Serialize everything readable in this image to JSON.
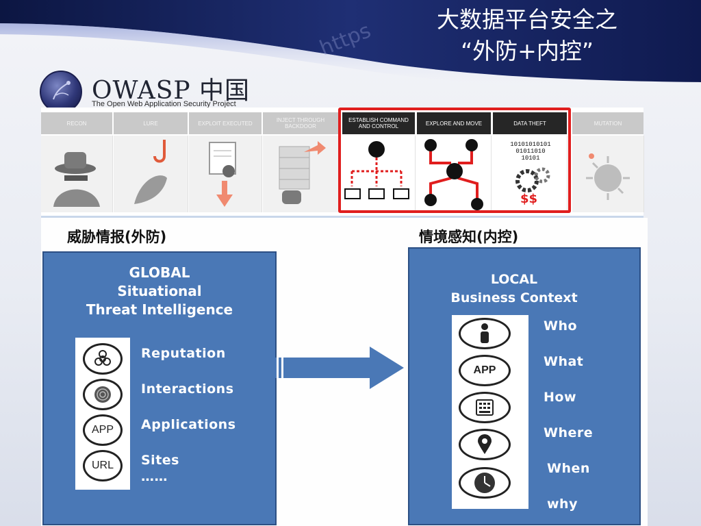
{
  "slide": {
    "title_line1": "大数据平台安全之",
    "title_line2": "“外防+内控”"
  },
  "header": {
    "org_name": "OWASP 中国",
    "org_subtitle": "The Open Web Application Security Project"
  },
  "kill_chain": {
    "stages": [
      {
        "label": "RECON",
        "active": false
      },
      {
        "label": "LURE",
        "active": false
      },
      {
        "label": "EXPLOIT EXECUTED",
        "active": false
      },
      {
        "label": "INJECT THROUGH BACKDOOR",
        "active": false
      },
      {
        "label": "ESTABLISH COMMAND AND CONTROL",
        "active": true
      },
      {
        "label": "EXPLORE AND MOVE",
        "active": true
      },
      {
        "label": "DATA THEFT",
        "active": true
      },
      {
        "label": "MUTATION",
        "active": false
      }
    ],
    "binary_text": [
      "10101010101",
      "01011010",
      "10101"
    ],
    "money_text": "$$"
  },
  "left_section": {
    "heading": "威胁情报(外防)",
    "box_title": [
      "GLOBAL",
      "Situational",
      "Threat Intelligence"
    ],
    "items": [
      {
        "icon": "biohazard-icon",
        "label": "Reputation"
      },
      {
        "icon": "fingerprint-icon",
        "label": "Interactions"
      },
      {
        "icon": "app-icon",
        "icon_text": "APP",
        "label": "Applications"
      },
      {
        "icon": "url-icon",
        "icon_text": "URL",
        "label": "Sites"
      }
    ],
    "ellipsis": "……"
  },
  "right_section": {
    "heading": "情境感知(内控)",
    "box_title": [
      "LOCAL",
      "Business Context"
    ],
    "items": [
      {
        "icon": "person-icon",
        "label": "Who"
      },
      {
        "icon": "app-window-icon",
        "icon_text": "APP",
        "label": "What"
      },
      {
        "icon": "keypad-icon",
        "label": "How"
      },
      {
        "icon": "location-pin-icon",
        "label": "Where"
      },
      {
        "icon": "clock-icon",
        "label": "When"
      },
      {
        "icon": "none",
        "label": "why"
      }
    ]
  },
  "colors": {
    "box_blue": "#4a78b6",
    "highlight_red": "#e01e1e",
    "header_navy": "#1c2a66"
  }
}
